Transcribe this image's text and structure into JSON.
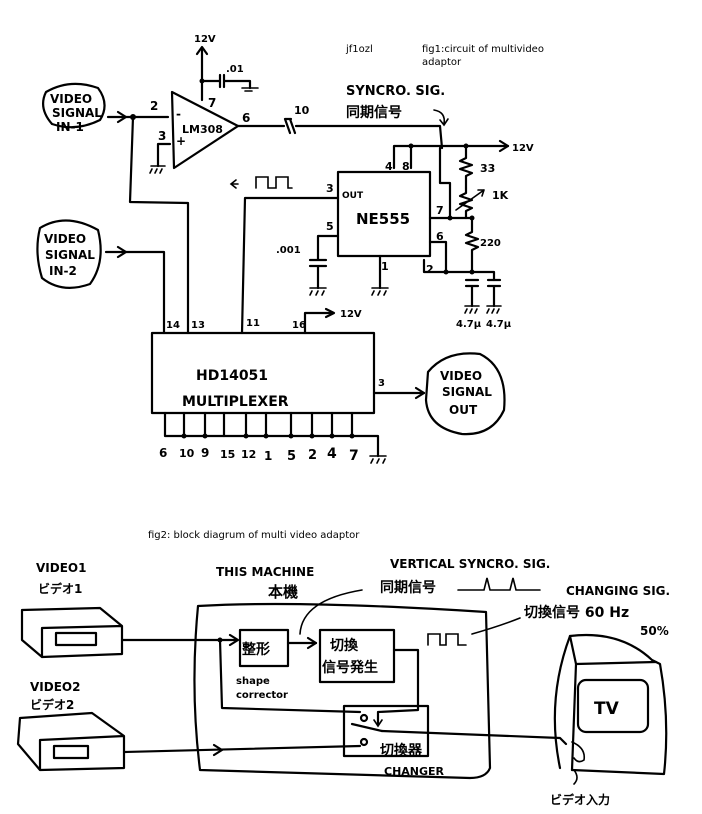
{
  "header": {
    "author": "jf1ozl",
    "fig1_caption_line1": "fig1:circuit of multivideo",
    "fig1_caption_line2": "adaptor",
    "fig2_caption": "fig2: block diagrum of multi video adaptor"
  },
  "fig1": {
    "input1": [
      "VIDEO",
      "SIGNAL",
      "IN-1"
    ],
    "input2": [
      "VIDEO",
      "SIGNAL",
      "IN-2"
    ],
    "output": [
      "VIDEO",
      "SIGNAL",
      "OUT"
    ],
    "opamp": {
      "name": "LM308",
      "pin_minus": "2",
      "pin_plus": "3",
      "pin_supply": "7",
      "pin_out": "6",
      "minus_sign": "-",
      "plus_sign": "+"
    },
    "supply_label": "12V",
    "bypass_cap": ".01",
    "coupling_cap": "10",
    "sync_label": "SYNCRO. SIG.",
    "sync_label_jp": "同期信号",
    "timer": {
      "name": "NE555",
      "out_label": "OUT",
      "pins": {
        "p3": "3",
        "p4": "4",
        "p8": "8",
        "p5": "5",
        "p7": "7",
        "p6": "6",
        "p2": "2",
        "p1": "1"
      }
    },
    "timer_cap": ".001",
    "resistors": [
      "33",
      "1K",
      "220"
    ],
    "caps_bottom": [
      "4.7μ",
      "4.7μ"
    ],
    "mux": {
      "name": "HD14051",
      "subtitle": "MULTIPLEXER",
      "top_pins": [
        "14",
        "13",
        "11",
        "16"
      ],
      "out_pin": "3",
      "bottom_pins": [
        "6",
        "10",
        "9",
        "15",
        "12",
        "1",
        "5",
        "2",
        "4",
        "7"
      ]
    }
  },
  "fig2": {
    "video1": [
      "VIDEO1",
      "ビデオ1"
    ],
    "video2": [
      "VIDEO2",
      "ビデオ2"
    ],
    "machine": [
      "THIS MACHINE",
      "本機"
    ],
    "shape_block_jp": "整形",
    "shape_block_en": [
      "shape",
      "corrector"
    ],
    "gen_block_jp": [
      "切換",
      "信号発生"
    ],
    "changer_jp": "切換器",
    "changer_en": "CHANGER",
    "vsync_label": "VERTICAL SYNCRO. SIG.",
    "vsync_label_jp": "同期信号",
    "changing_label": "CHANGING SIG.",
    "changing_label_jp": "切換信号 60 Hz",
    "duty": "50%",
    "tv": "TV",
    "tv_input": "ビデオ入力"
  }
}
